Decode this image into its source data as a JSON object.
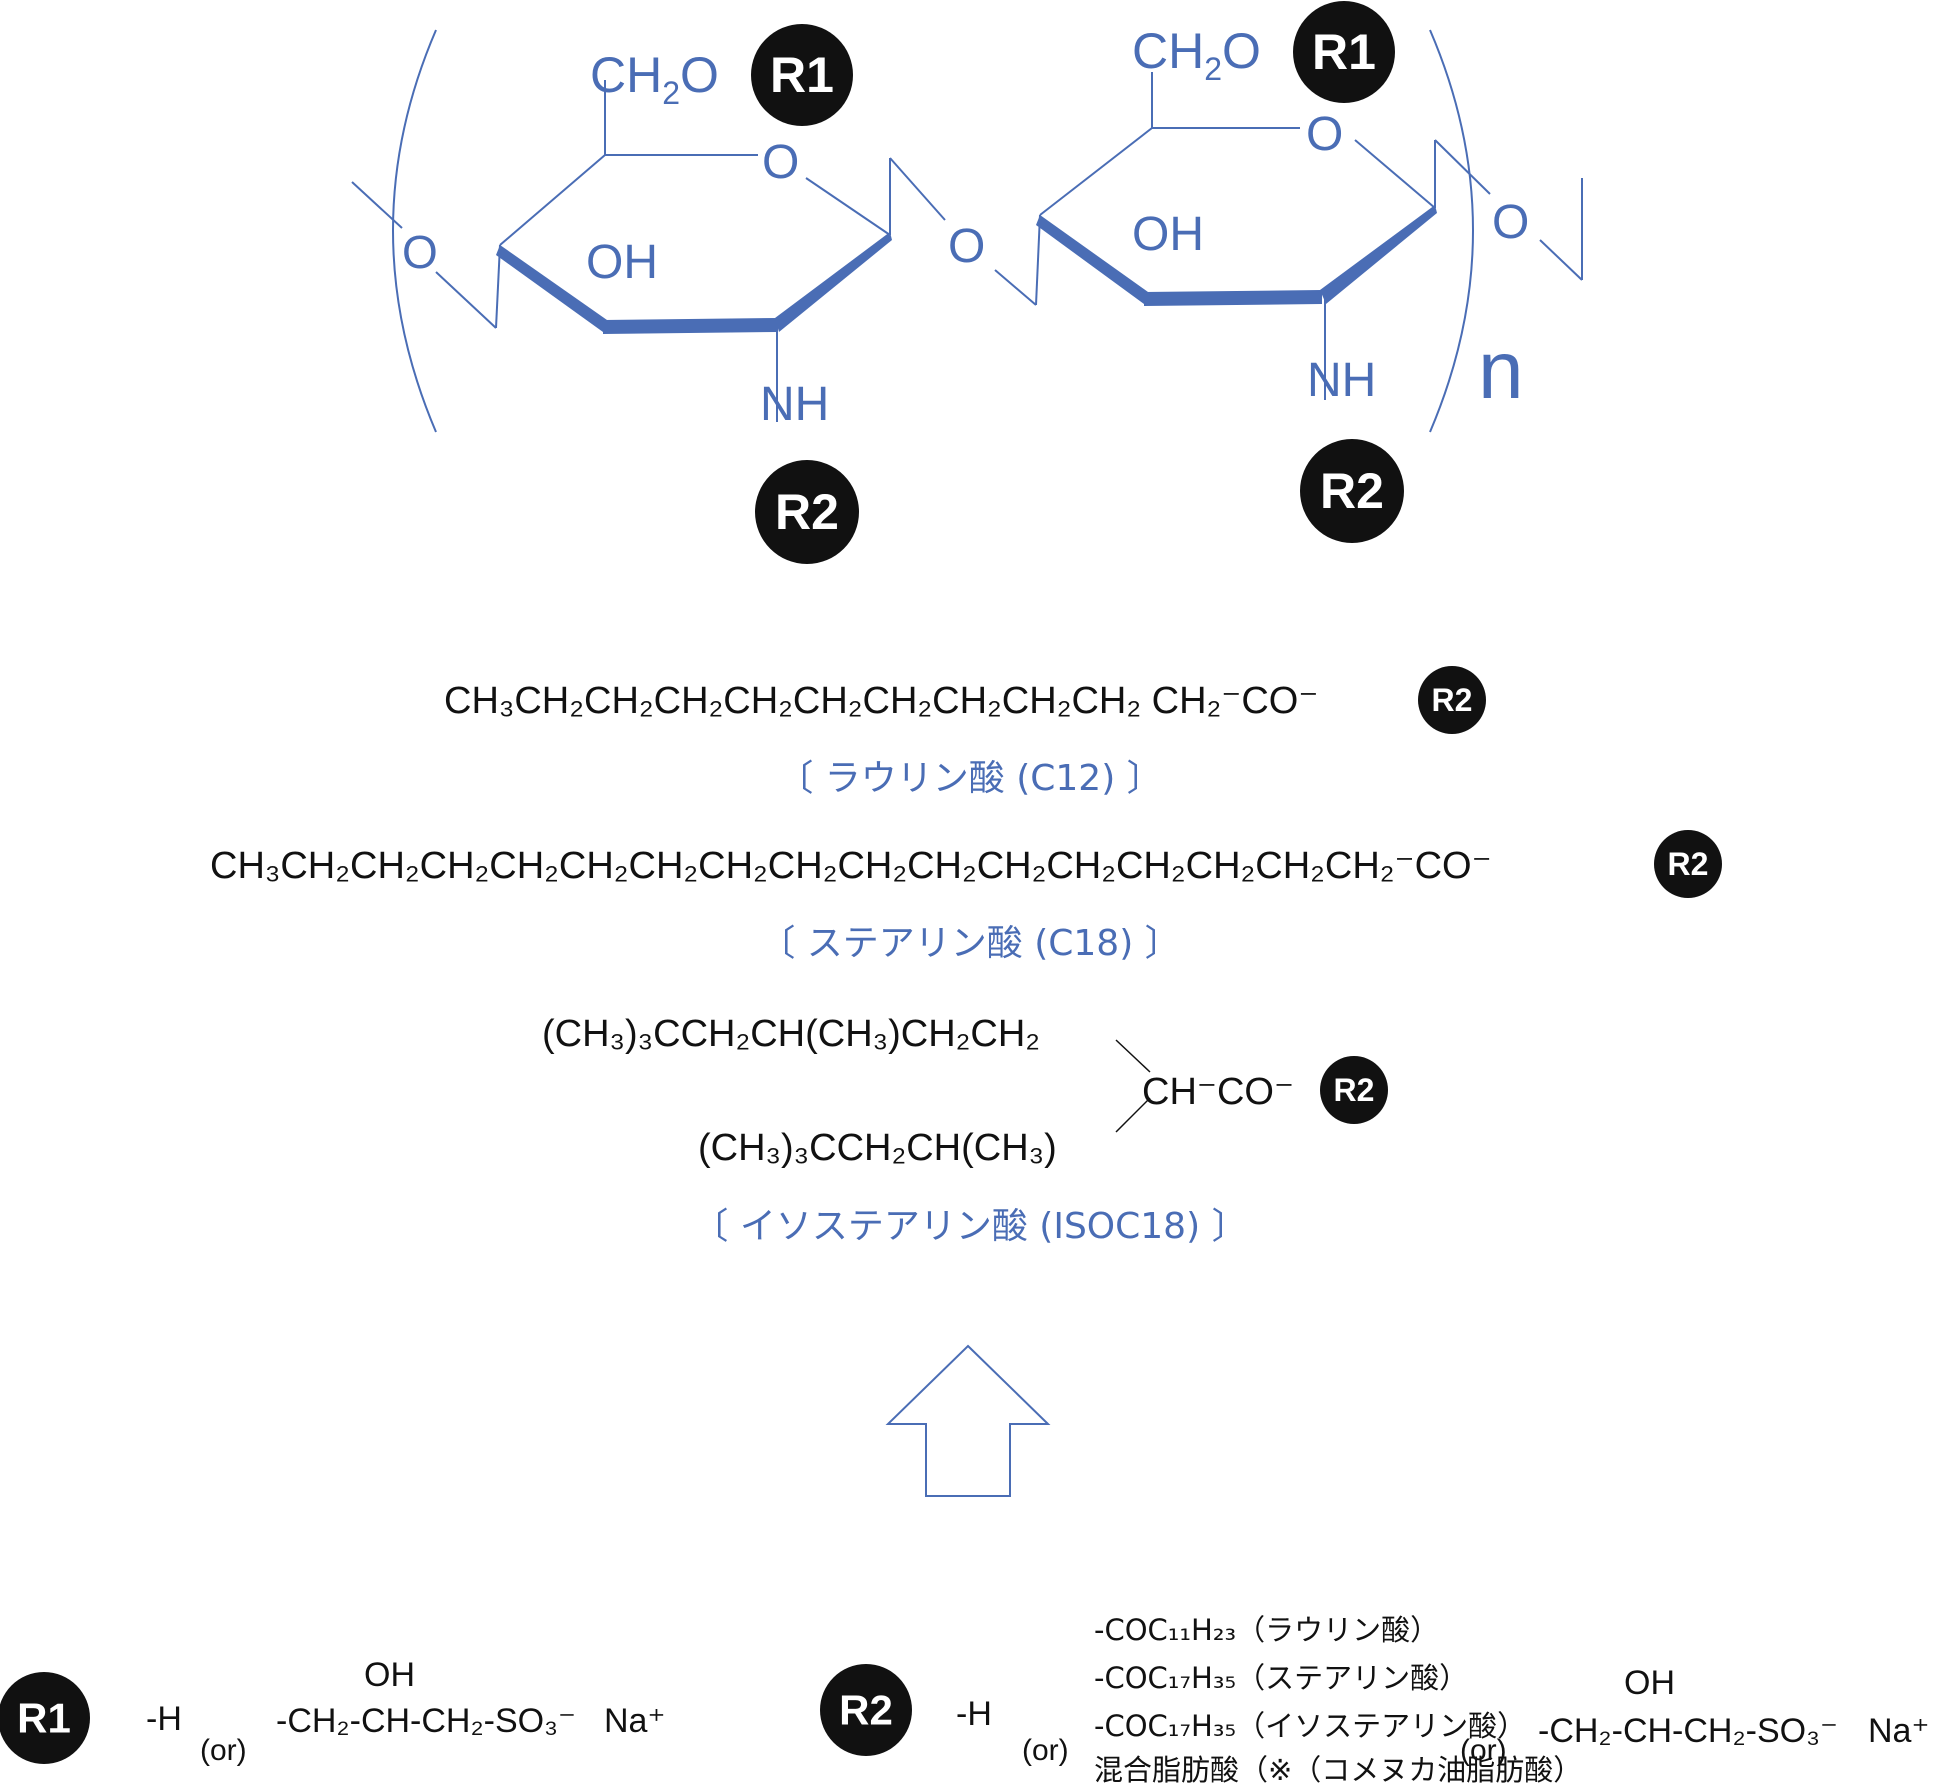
{
  "colors": {
    "accent": "#4a6db5",
    "badge": "#111111",
    "text": "#111111"
  },
  "structure": {
    "unit1": {
      "ch2o": "CH",
      "ch2o_sub": "2",
      "ch2o_o": "O",
      "ring_o": "O",
      "oh": "OH",
      "nh": "NH",
      "link_o": "O"
    },
    "unit2": {
      "ch2o": "CH",
      "ch2o_sub": "2",
      "ch2o_o": "O",
      "ring_o": "O",
      "oh": "OH",
      "nh": "NH",
      "link_o": "O",
      "end_o": "O"
    },
    "repeat": "n",
    "r1": "R1",
    "r2": "R2"
  },
  "acids": {
    "lauric_formula": "CH₃CH₂CH₂CH₂CH₂CH₂CH₂CH₂CH₂CH₂ CH₂⁻CO⁻",
    "lauric_name": "〔 ラウリン酸 (C12) 〕",
    "stearic_formula": "CH₃CH₂CH₂CH₂CH₂CH₂CH₂CH₂CH₂CH₂CH₂CH₂CH₂CH₂CH₂CH₂CH₂⁻CO⁻",
    "stearic_name": "〔 ステアリン酸 (C18) 〕",
    "iso_top": "(CH₃)₃CCH₂CH(CH₃)CH₂CH₂",
    "iso_mid": "CH⁻CO⁻",
    "iso_bottom": "(CH₃)₃CCH₂CH(CH₃)",
    "iso_name": "〔 イソステアリン酸 (ISOC18) 〕"
  },
  "legend": {
    "r1_h": "-H",
    "r1_or": "(or)",
    "r1_oh": "OH",
    "r1_chain": "-CH₂-CH-CH₂-SO₃⁻",
    "r1_na": "Na⁺",
    "r2_h": "-H",
    "r2_or1": "(or)",
    "r2_opt1": "-COC₁₁H₂₃（ラウリン酸）",
    "r2_opt2": "-COC₁₇H₃₅（ステアリン酸）",
    "r2_opt3": "-COC₁₇H₃₅（イソステアリン酸）",
    "r2_opt4": "混合脂肪酸（※（コメヌカ油脂肪酸）",
    "r2_or2": "(or)",
    "r2_oh": "OH",
    "r2_chain": "-CH₂-CH-CH₂-SO₃⁻",
    "r2_na": "Na⁺"
  }
}
